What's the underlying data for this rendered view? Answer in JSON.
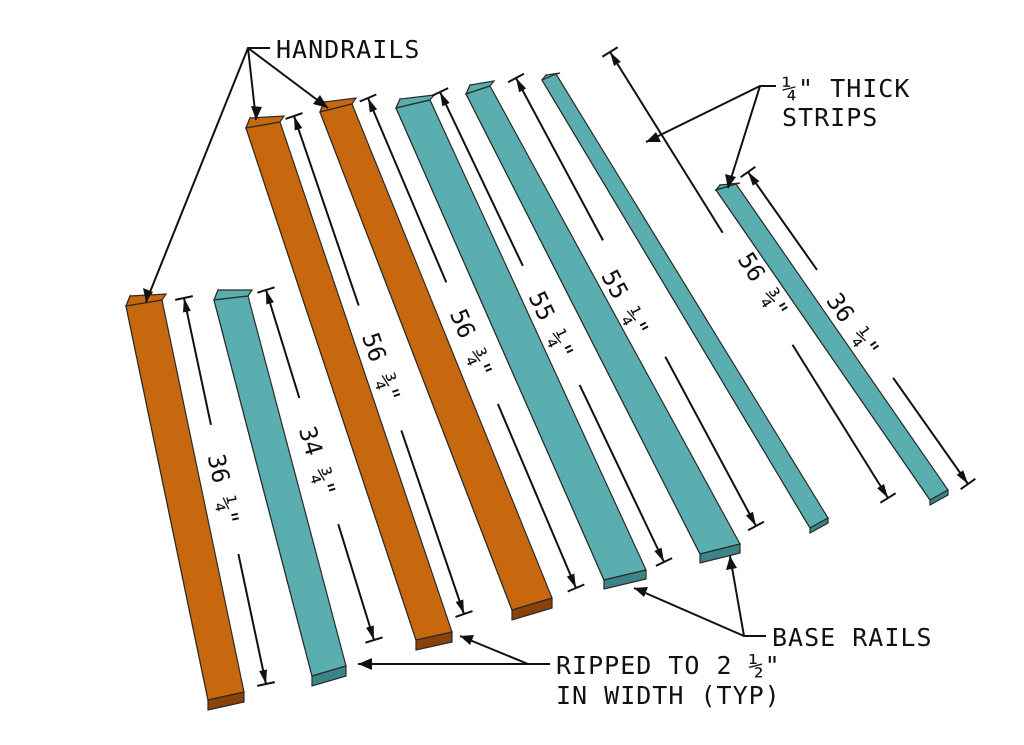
{
  "colors": {
    "handrail": "#c8680e",
    "handrail_dark": "#8a4208",
    "base_rail": "#5aaeb0",
    "base_rail_dark": "#3c8486",
    "line": "#111111"
  },
  "callouts": {
    "handrails": "HANDRAILS",
    "strips_line1": "¼\" THICK",
    "strips_line2": "STRIPS",
    "base_rails": "BASE RAILS",
    "ripped_line1": "RIPPED TO 2 ½\"",
    "ripped_line2": "IN WIDTH (TYP)"
  },
  "boards": [
    {
      "id": "handrail-short",
      "kind": "handrail",
      "dimension": "36 ¼\""
    },
    {
      "id": "base-rail-short",
      "kind": "base_rail",
      "dimension": "34 ¾\""
    },
    {
      "id": "handrail-long-1",
      "kind": "handrail",
      "dimension": "56 ¾\""
    },
    {
      "id": "handrail-long-2",
      "kind": "handrail",
      "dimension": "56 ¾\""
    },
    {
      "id": "base-rail-long-1",
      "kind": "base_rail",
      "dimension": "55 ¼\""
    },
    {
      "id": "base-rail-long-2",
      "kind": "base_rail",
      "dimension": "55 ¼\""
    },
    {
      "id": "strip-long",
      "kind": "base_rail",
      "dimension": "56 ¾\""
    },
    {
      "id": "strip-short",
      "kind": "base_rail",
      "dimension": "36 ¼\""
    }
  ]
}
